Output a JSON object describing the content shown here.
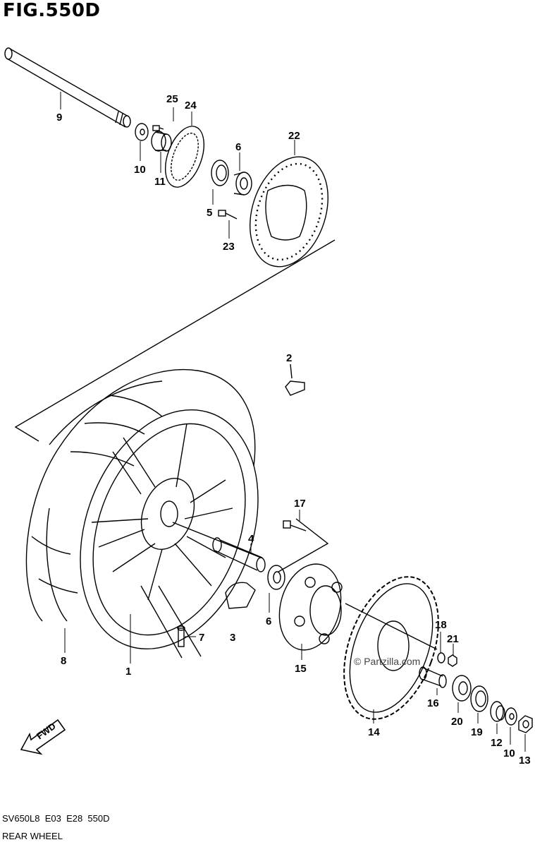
{
  "figure": {
    "title": "FIG.550D"
  },
  "footer": {
    "model_code": "SV650L8  E03  E28  550D",
    "section_name": "REAR WHEEL"
  },
  "watermark": "© Partzilla.com",
  "direction_marker": "FWD",
  "callouts": [
    "1",
    "2",
    "3",
    "4",
    "5",
    "6",
    "6",
    "7",
    "8",
    "9",
    "10",
    "10",
    "11",
    "12",
    "13",
    "14",
    "15",
    "16",
    "17",
    "18",
    "19",
    "20",
    "21",
    "22",
    "23",
    "24",
    "25"
  ]
}
